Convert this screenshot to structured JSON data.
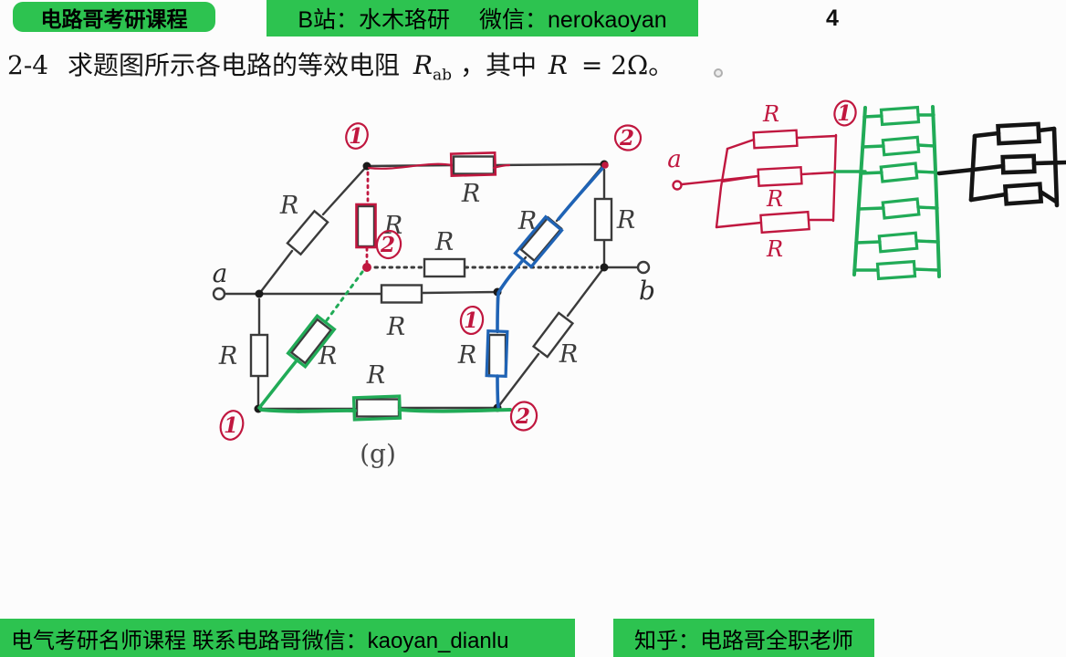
{
  "header": {
    "course_badge": "电路哥考研课程",
    "channel_banner": "B站：水木珞研　 微信：nerokaoyan",
    "page_number": "4"
  },
  "problem": {
    "number": "2-4",
    "prefix": "求题图所示各电路的等效电阻",
    "r_symbol": "R",
    "r_subscript": "ab",
    "middle": "，其中",
    "given_symbol": "R",
    "given_value": "= 2Ω。"
  },
  "figure": {
    "caption": "(g)",
    "terminal_a": "a",
    "terminal_b": "b",
    "resistor_label": "R"
  },
  "annotations": {
    "node_marks": {
      "top_left": "1",
      "top_right": "2",
      "hidden_mid": "2",
      "front_right": "1",
      "bottom_left": "1",
      "bottom_right": "2"
    },
    "sketch": {
      "terminal_a": "a",
      "node_mark": "1",
      "r_top": "R",
      "r_mid": "R",
      "r_bottom": "R"
    },
    "colors": {
      "hand_red": "#c0173f",
      "hand_green": "#21ab57",
      "hand_blue": "#1f63b5"
    }
  },
  "footer": {
    "left_banner": "电气考研名师课程 联系电路哥微信：kaoyan_dianlu",
    "right_banner": "知乎：电路哥全职老师"
  },
  "colors": {
    "banner_green": "#2dc350"
  }
}
